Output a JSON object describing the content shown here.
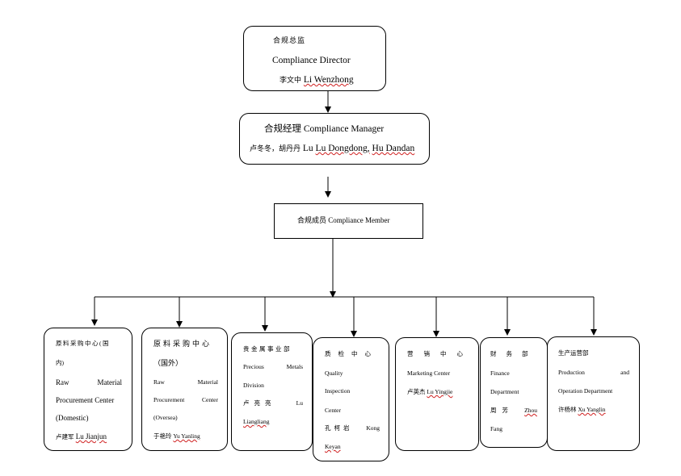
{
  "director": {
    "title_cn": "合规总监",
    "title_en": "Compliance Director",
    "name_cn": "李文中",
    "name_en": "Li Wenzhong"
  },
  "manager": {
    "title": "合规经理 Compliance Manager",
    "names_cn": "卢冬冬，胡丹丹",
    "names_en_1": "Lu Dongdong,",
    "names_en_2": "Hu Dandan"
  },
  "member": {
    "title": "合规成员 Compliance Member"
  },
  "departments": [
    {
      "title_cn": "原料采购中心(国",
      "title_cn2": "内)",
      "en_word1": "Raw",
      "en_word2": "Material",
      "en_line2": "Procurement Center",
      "en_line3": "(Domestic)",
      "person_cn": "卢建军",
      "person_en": "Lu Jianjun"
    },
    {
      "title_cn": "原料采购中心",
      "title_cn2": "（国外）",
      "en_word1": "Raw",
      "en_word2": "Material",
      "en_line2a": "Procurement",
      "en_line2b": "Center",
      "en_line3": "(Oversea)",
      "person_cn": "于艳玲",
      "person_en": "Yu Yanling"
    },
    {
      "title_cn": "贵金属事业部",
      "en_line1": "Precious",
      "en_word": "Metals",
      "en_line2": "Division",
      "person_cn": "卢亮亮",
      "person_en_1": "Lu",
      "person_en_2": "Liangliang"
    },
    {
      "title_cn": "质检中心",
      "en_line1": "Quality",
      "en_line2": "Inspection",
      "en_line3": "Center",
      "person_cn": "孔柯岩",
      "person_en_1": "Kong",
      "person_en_2": "Keyan"
    },
    {
      "title_cn": "营销中心",
      "en_line1": "Marketing Center",
      "person_cn": "卢英杰",
      "person_en": "Lu Yingjie"
    },
    {
      "title_cn": "财务部",
      "en_line1": "Finance",
      "en_line2": "Department",
      "person_cn": "周芳",
      "person_en_1": "Zhou",
      "person_en_2": "Fang"
    },
    {
      "title_cn": "生产运营部",
      "en_word1": "Production",
      "en_word2": "and",
      "en_line2": "Operation Department",
      "person_cn": "许杨林",
      "person_en": "Xu Yanglin"
    }
  ]
}
